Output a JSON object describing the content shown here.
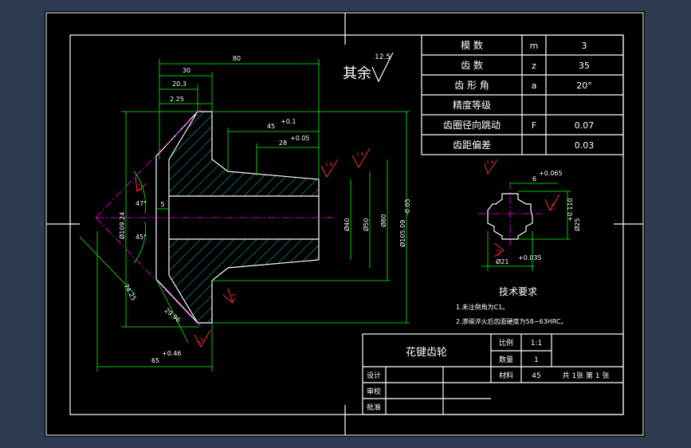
{
  "drawing": {
    "title": "花键齿轮",
    "surface_note": "其余",
    "surface_value": "12.5"
  },
  "param_table": [
    {
      "name": "模  数",
      "symbol": "m",
      "value": "3"
    },
    {
      "name": "齿  数",
      "symbol": "z",
      "value": "35"
    },
    {
      "name": "齿 形 角",
      "symbol": "a",
      "value": "20°"
    },
    {
      "name": "精度等级",
      "symbol": "",
      "value": ""
    },
    {
      "name": "齿圈径向跳动",
      "symbol": "F",
      "value": "0.07"
    },
    {
      "name": "齿距偏差",
      "symbol": "",
      "value": "0.03"
    }
  ],
  "requirements": {
    "heading": "技术要求",
    "items": [
      "1.未注倒角为C1。",
      "2.渗碳淬火后齿面硬度为58~63HRC。"
    ]
  },
  "title_block": {
    "scale_label": "比例",
    "scale_value": "1:1",
    "qty_label": "数量",
    "qty_value": "1",
    "material_label": "材料",
    "material_value": "45",
    "sheets_text": "共  1张  第 1  张",
    "design": "设计",
    "check": "审校",
    "approve": "批准"
  },
  "dimensions": {
    "d80": "80",
    "d30": "30",
    "d20_3": "20.3",
    "d2_25": "2.25",
    "d45": "45",
    "d45_tol": "+0.1",
    "d28": "28",
    "d28_tol": "+0.05",
    "d5": "5",
    "ang47": "47°",
    "ang45": "45°",
    "dia109": "Ø109.24",
    "dia40": "Ø40",
    "dia50": "Ø50",
    "dia80": "Ø80",
    "dia105": "Ø105.09",
    "dia105_tol": "-0.05",
    "d74": "74.25",
    "d29": "29.96",
    "d65": "65",
    "d65_tol": "+0.46",
    "r_1_6a": "1.6",
    "r_1_6b": "1.6",
    "r_3_2a": "3.2",
    "r_3_2b": "3.2",
    "r_6_3": "6.3",
    "spline_6": "6",
    "spline_6_tol": "+0.065",
    "spline_25": "Ø25",
    "spline_25_tol": "+0.110",
    "spline_21": "Ø21",
    "spline_21_tol": "+0.035",
    "spline_r1": "1.6",
    "spline_r2": "1.6",
    "spline_r3": "3.2"
  }
}
